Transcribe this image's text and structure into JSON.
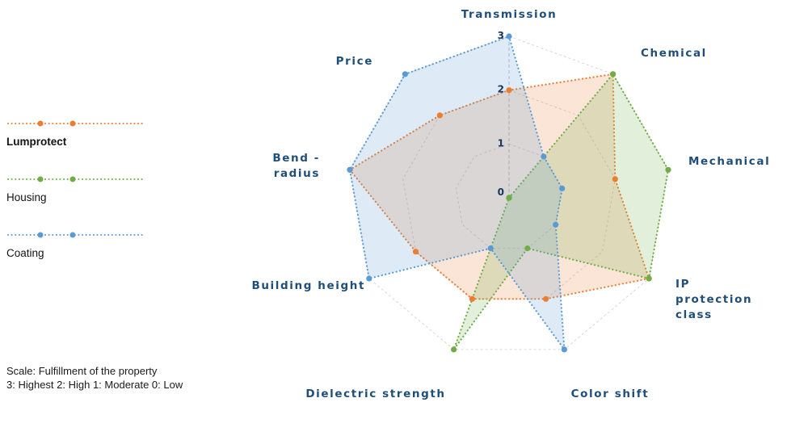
{
  "colors": {
    "axis_label": "#1F4E79",
    "grid": "#D6D6D6",
    "value_axis": "#A9BFD4"
  },
  "legend": {
    "items": [
      {
        "label": "Lumprotect",
        "color": "#ED7D31",
        "bold": true
      },
      {
        "label": "Housing",
        "color": "#70AD47",
        "bold": false
      },
      {
        "label": "Coating",
        "color": "#5B9BD5",
        "bold": false
      }
    ]
  },
  "notes": {
    "line1": "Scale: Fulfillment of the property",
    "line2": "3: Highest 2: High 1: Moderate 0: Low"
  },
  "chart_data": {
    "type": "radar",
    "title": "",
    "axes": [
      "Transmission",
      "Chemical",
      "Mechanical",
      "IP protection class",
      "Color shift",
      "Dielectric strength",
      "Building height",
      "Bend - radius",
      "Price"
    ],
    "axis_label_lines": [
      [
        "Transmission"
      ],
      [
        "Chemical"
      ],
      [
        "Mechanical"
      ],
      [
        "IP",
        "protection",
        "class"
      ],
      [
        "Color shift"
      ],
      [
        "Dielectric strength"
      ],
      [
        "Building height"
      ],
      [
        "Bend -",
        "radius"
      ],
      [
        "Price"
      ]
    ],
    "ticks": [
      "0",
      "1",
      "2",
      "3"
    ],
    "value_range": [
      0,
      3
    ],
    "grid": "dashed-rings",
    "legend_position": "left",
    "series": [
      {
        "name": "Lumprotect",
        "color": "#ED7D31",
        "values": [
          2,
          3,
          2,
          3,
          2,
          2,
          2,
          3,
          2
        ]
      },
      {
        "name": "Housing",
        "color": "#70AD47",
        "values": [
          0,
          3,
          3,
          3,
          1,
          3,
          0,
          0,
          0
        ]
      },
      {
        "name": "Coating",
        "color": "#5B9BD5",
        "values": [
          3,
          1,
          1,
          1,
          3,
          1,
          3,
          3,
          3
        ]
      }
    ]
  }
}
